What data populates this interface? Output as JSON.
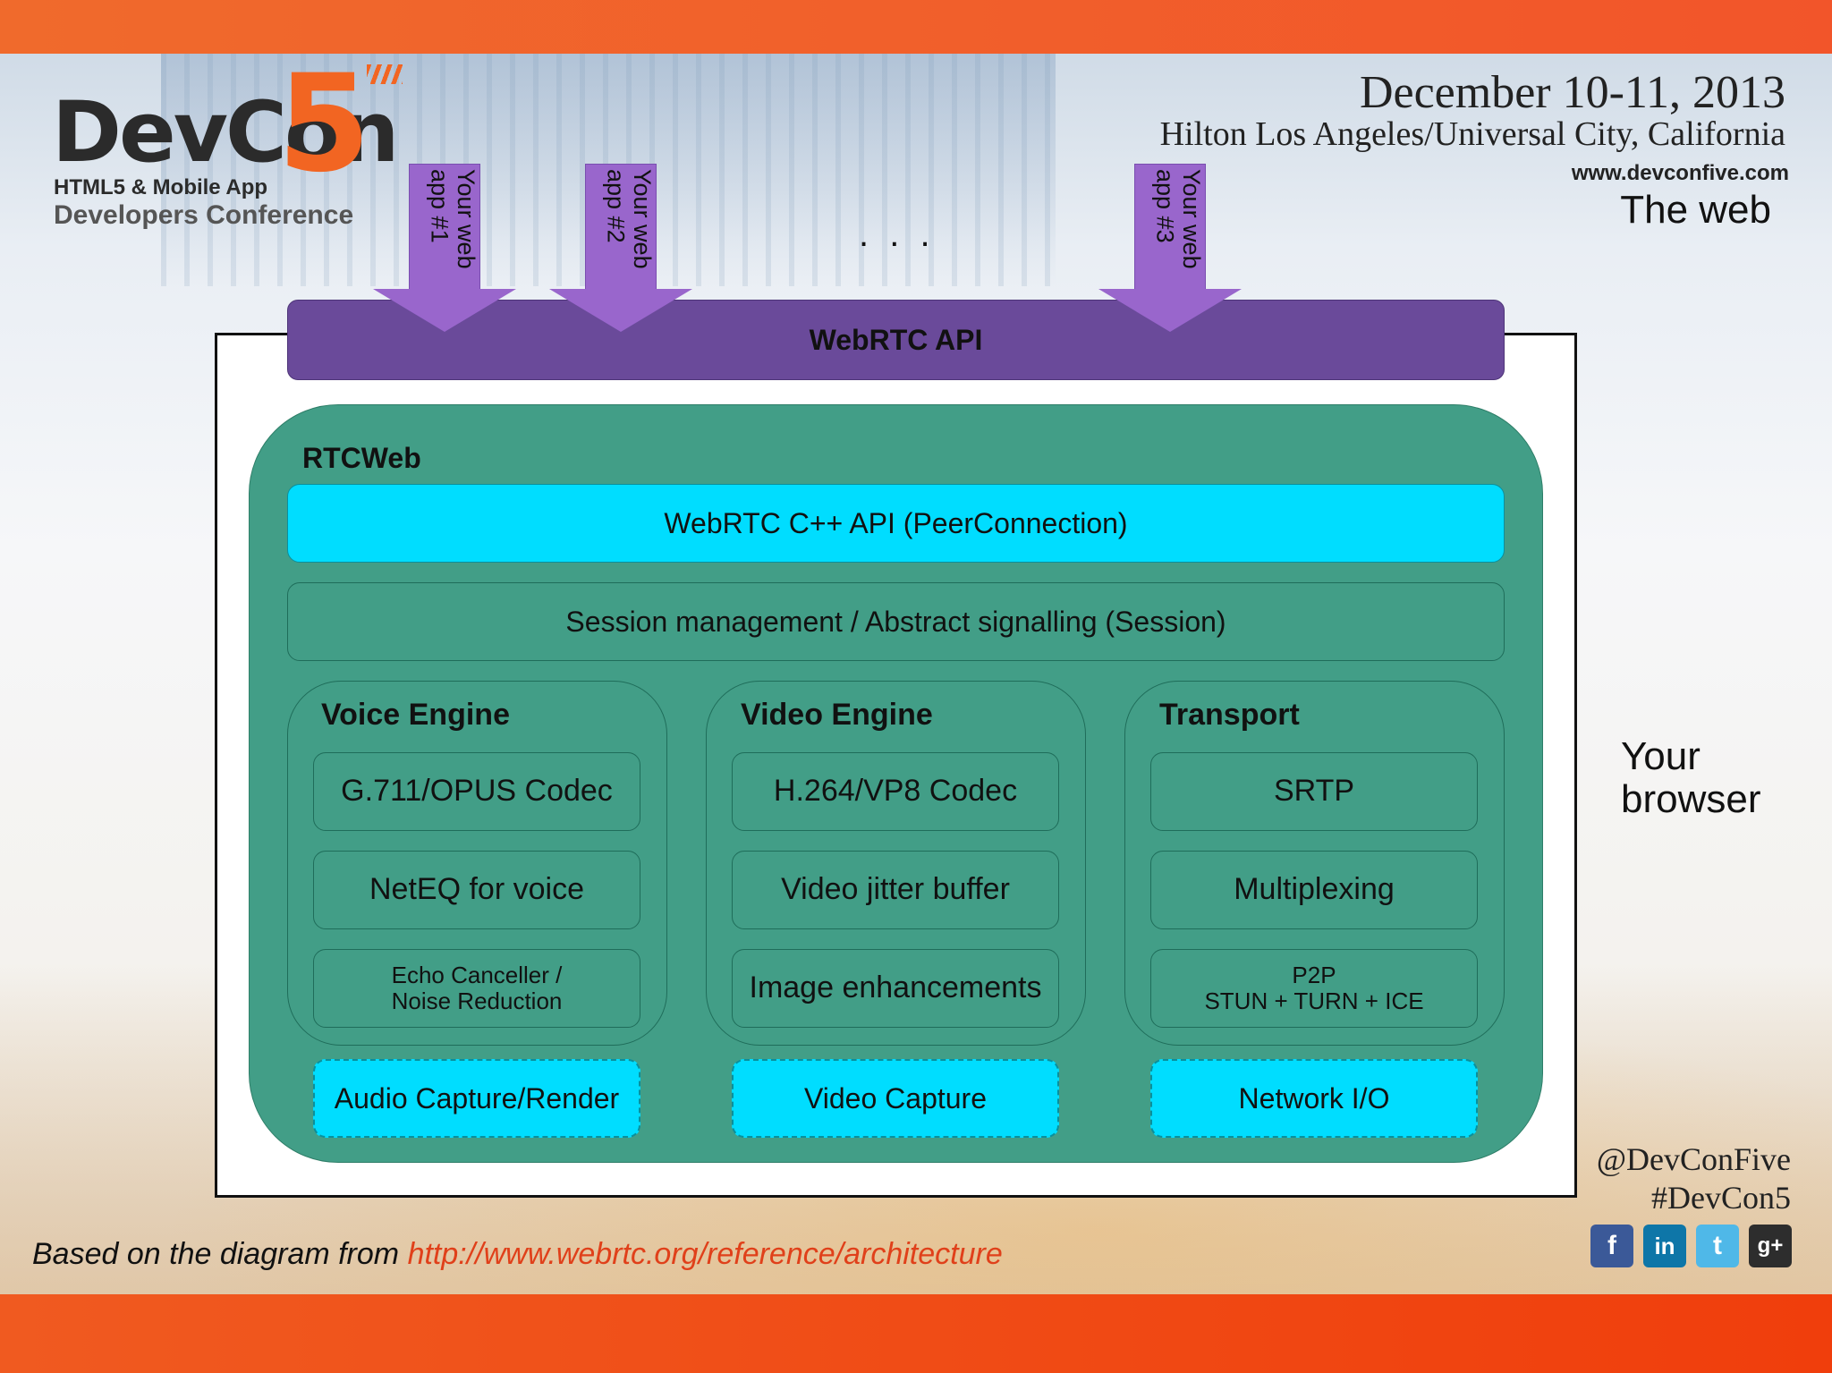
{
  "header": {
    "logo_main": "DevCon",
    "logo_five": "5",
    "logo_sub1": "HTML5 & Mobile App",
    "logo_sub2": "Developers Conference",
    "date": "December 10-11, 2013",
    "venue": "Hilton Los Angeles/Universal City, California",
    "website": "www.devconfive.com"
  },
  "diagram": {
    "label_web": "The web",
    "label_browser": "Your\nbrowser",
    "apps": [
      "Your web\napp #1",
      "Your web\napp #2",
      "Your web\napp #3"
    ],
    "ellipsis": ". . .",
    "webrtc_api": "WebRTC API",
    "rtcweb_title": "RTCWeb",
    "cpp_api": "WebRTC C++ API (PeerConnection)",
    "session": "Session management / Abstract signalling (Session)",
    "engines": [
      {
        "title": "Voice Engine",
        "items": [
          "G.711/OPUS Codec",
          "NetEQ for voice",
          "Echo Canceller /\nNoise Reduction"
        ],
        "capture": "Audio Capture/Render"
      },
      {
        "title": "Video Engine",
        "items": [
          "H.264/VP8 Codec",
          "Video jitter buffer",
          "Image enhancements"
        ],
        "capture": "Video Capture"
      },
      {
        "title": "Transport",
        "items": [
          "SRTP",
          "Multiplexing",
          "P2P\nSTUN + TURN + ICE"
        ],
        "capture": "Network I/O"
      }
    ]
  },
  "footer": {
    "note_prefix": "Based on the diagram from ",
    "note_link": "http://www.webrtc.org/reference/architecture",
    "twitter": "@DevConFive",
    "hashtag": "#DevCon5",
    "social_icons": [
      "facebook-icon",
      "linkedin-icon",
      "twitter-icon",
      "googleplus-icon"
    ]
  },
  "colors": {
    "orange": "#f26522",
    "purple_api": "#6a4a9a",
    "purple_arrow": "#9966cc",
    "teal": "#429e87",
    "cyan": "#00ddff"
  }
}
